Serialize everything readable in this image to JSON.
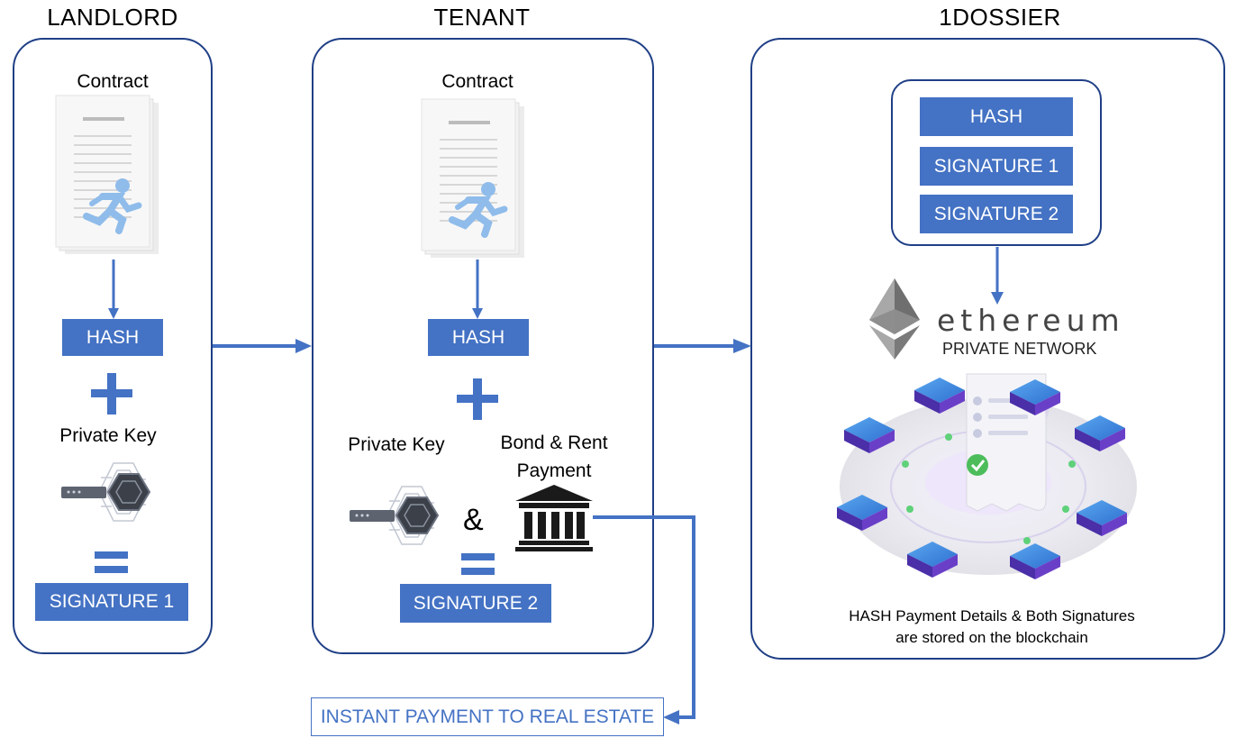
{
  "columns": {
    "landlord": "LANDLORD",
    "tenant": "TENANT",
    "dossier": "1DOSSIER"
  },
  "landlord": {
    "contract_label": "Contract",
    "hash_label": "HASH",
    "private_key_label": "Private Key",
    "signature_label": "SIGNATURE 1"
  },
  "tenant": {
    "contract_label": "Contract",
    "hash_label": "HASH",
    "private_key_label": "Private Key",
    "bond_label_line1": "Bond & Rent",
    "bond_label_line2": "Payment",
    "ampersand": "&",
    "signature_label": "SIGNATURE 2"
  },
  "dossier": {
    "stack": [
      "HASH",
      "SIGNATURE 1",
      "SIGNATURE 2"
    ],
    "ethereum_word": "ethereum",
    "network_label": "PRIVATE NETWORK",
    "caption_line1": "HASH Payment Details & Both Signatures",
    "caption_line2": "are stored on the blockchain"
  },
  "payment_box": "INSTANT PAYMENT TO REAL ESTATE",
  "colors": {
    "accent": "#4472c4",
    "panel_border": "#1f3f86",
    "node_blue": "#3a7fd8",
    "node_purple": "#6a3fc8"
  },
  "icons": [
    "contract-document-icon",
    "private-key-icon",
    "bank-icon",
    "ethereum-logo-icon",
    "blockchain-network-icon"
  ]
}
